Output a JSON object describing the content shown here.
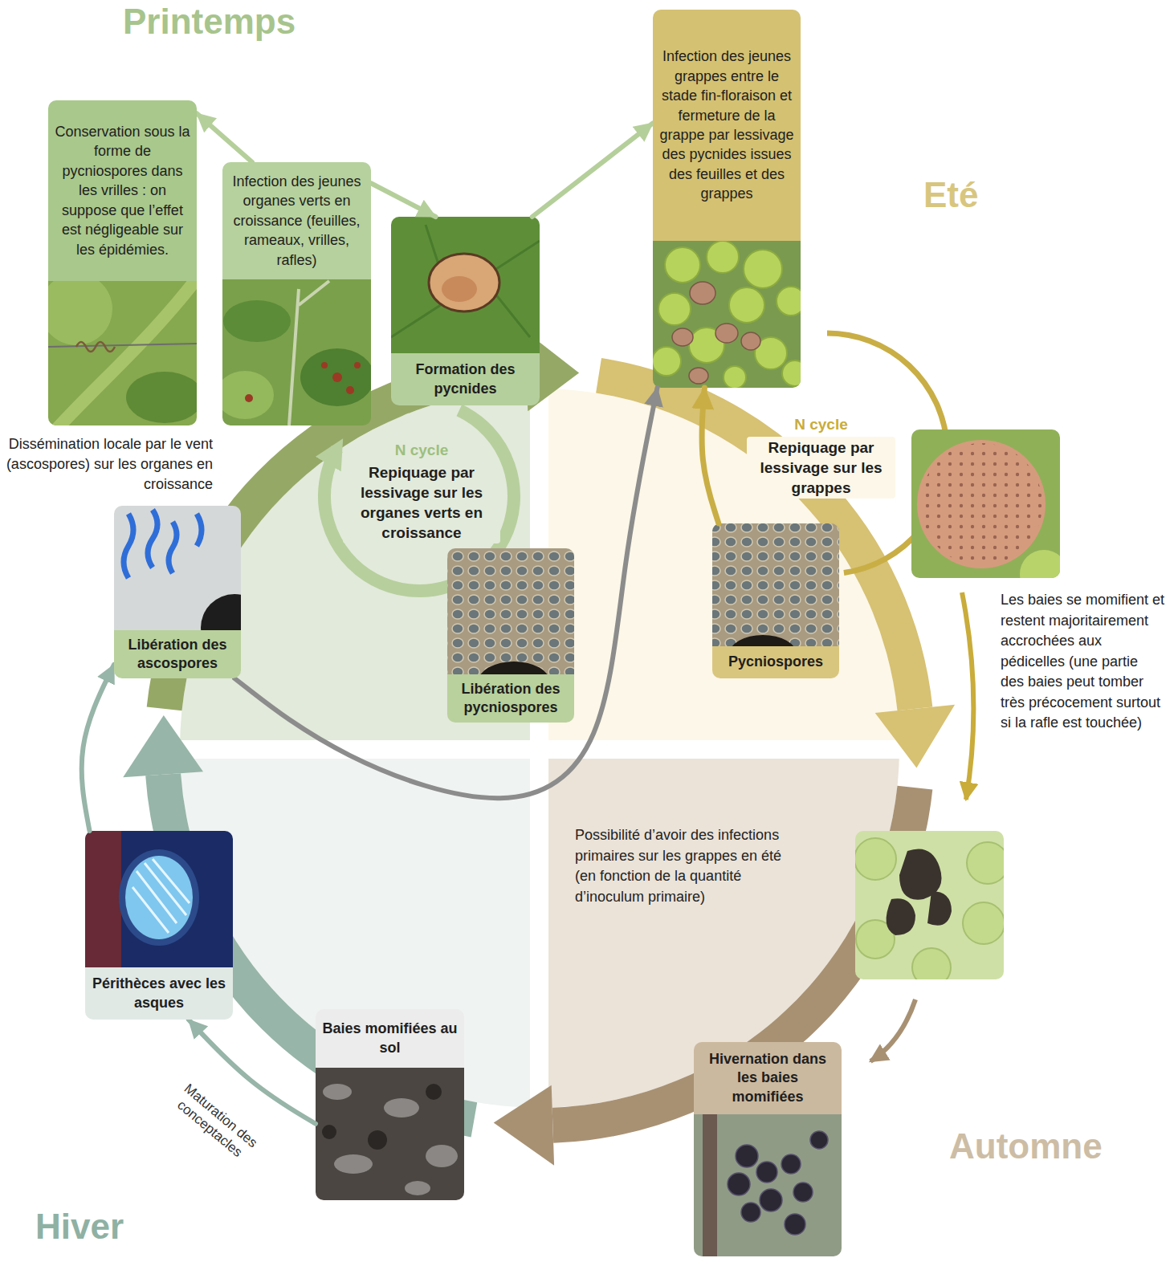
{
  "diagram": {
    "nodes": [
      {
        "text": [
          "Conservation sous la forme de pycniospores dans les vrilles : on suppose que l’effet est négligeable sur les épidémies."
        ]
      },
      {
        "text": [
          "Infection des jeunes organes verts en croissance (feuilles, rameaux, vrilles, rafles)"
        ]
      },
      {
        "text": [
          "Formation des pycnides"
        ]
      },
      {
        "text": [
          "Infection des jeunes grappes entre le stade fin-floraison et fermeture de la grappe par lessivage des pycnides issues des feuilles et des grappes"
        ]
      },
      {
        "text": [
          "Libération des ascospores"
        ]
      },
      {
        "text": [
          "Libération des pycniospores"
        ]
      },
      {
        "text": [
          "Pycniospores"
        ]
      },
      {
        "text": [
          "Périthèces avec les asques"
        ]
      },
      {
        "text": [
          "Baies momifiées au sol"
        ]
      },
      {
        "text": [
          "Hivernation dans les baies momifiées"
        ]
      }
    ],
    "edges": [
      {
        "from": 1,
        "to": 0,
        "arrow": "to"
      },
      {
        "from": 1,
        "to": 2,
        "arrow": "to"
      },
      {
        "from": 2,
        "to": 3,
        "arrow": "to"
      },
      {
        "from": 4,
        "to": 3,
        "arrow": "to"
      },
      {
        "from": 6,
        "to": 3,
        "arrow": "to"
      },
      {
        "from": 7,
        "to": 4,
        "arrow": "to"
      },
      {
        "from": 8,
        "to": 7,
        "label": "Maturation des conceptacles",
        "arrow": "to"
      }
    ],
    "labels": [
      "Printemps",
      "Eté",
      "Automne",
      "Hiver",
      "Dissémination locale par le vent (ascospores) sur les organes en croissance",
      "N cycle",
      "Repiquage par lessivage sur les organes verts en croissance",
      "N cycle",
      "Repiquage par lessivage sur les grappes",
      "Les baies se momifient et restent majoritairement accrochées aux pédicelles (une partie des baies peut tomber très précocement surtout si la rafle est touchée)",
      "Possibilité d’avoir des infections primaires sur les grappes en été (en fonction de la quantité d’inoculum primaire)"
    ]
  }
}
